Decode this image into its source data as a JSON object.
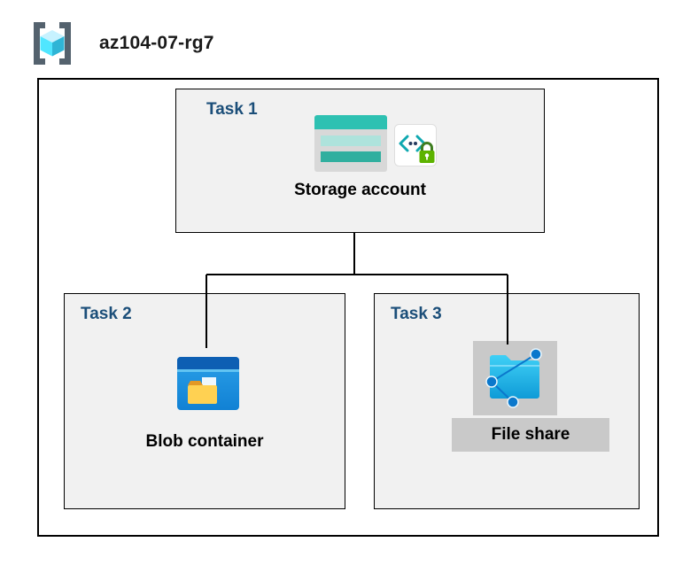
{
  "diagram": {
    "title": "az104-07-rg7",
    "tasks": [
      {
        "label": "Task 1",
        "node_label": "Storage account",
        "icons": [
          "storage-account-icon",
          "sas-lock-icon"
        ],
        "highlighted": false
      },
      {
        "label": "Task 2",
        "node_label": "Blob container",
        "icons": [
          "blob-container-icon"
        ],
        "highlighted": false
      },
      {
        "label": "Task 3",
        "node_label": "File share",
        "icons": [
          "file-share-icon"
        ],
        "highlighted": true
      }
    ],
    "colors": {
      "task_label": "#1b4e79",
      "task_box_fill": "#f1f1f1",
      "task_box_border": "#000000",
      "boundary_border": "#000000",
      "highlight_fill": "#c9c9c9",
      "connector": "#000000",
      "storage_teal": "#2ec1b2",
      "storage_pale_teal": "#aee3dc",
      "blob_header_blue": "#0d5fb3",
      "blob_body_blue": "#1e95e0",
      "folder_yellow": "#ffd152",
      "folder_tab_orange": "#e39825",
      "file_share_cyan": "#2fc3f2",
      "network_dot_blue": "#0b78cc",
      "lock_green": "#5db300",
      "cube_cyan": "#50e6ff"
    }
  }
}
